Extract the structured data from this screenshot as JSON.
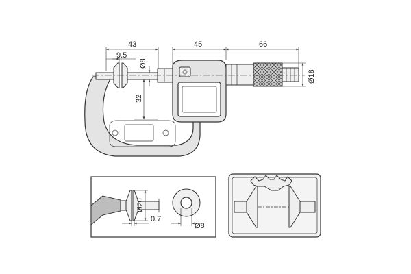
{
  "main_view": {
    "dim_spindle_length": "43",
    "dim_disc_offset": "9.5",
    "dim_spindle_dia": "Ø8",
    "dim_throat_depth": "32",
    "dim_head_length": "45",
    "dim_thimble_length": "66",
    "dim_thimble_dia": "Ø18"
  },
  "detail_disc": {
    "dim_disc_dia": "Ø20",
    "dim_disc_edge": "0.7",
    "dim_face_dia": "Ø8"
  },
  "colors": {
    "line": "#333333",
    "frame": "#e4e4e4",
    "panel_gray": "#f4f4f4"
  }
}
